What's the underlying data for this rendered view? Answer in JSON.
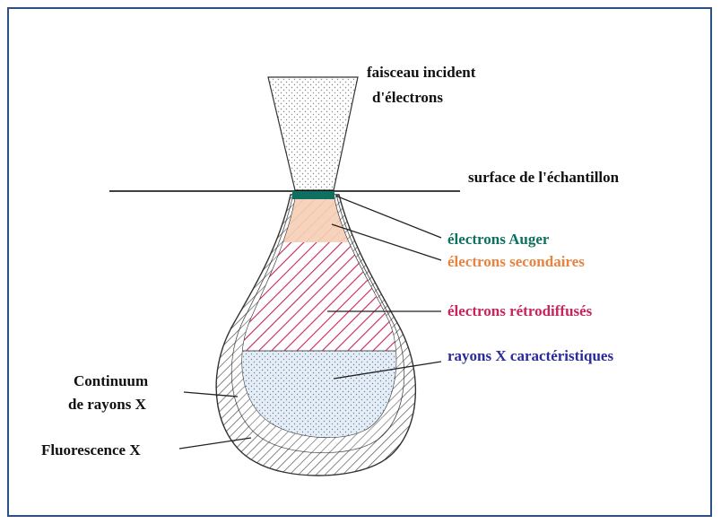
{
  "diagram": {
    "beam_label_line1": "faisceau incident",
    "beam_label_line2": "d'électrons",
    "surface_label": "surface de l'échantillon",
    "auger_label": "électrons Auger",
    "secondary_label": "électrons secondaires",
    "backscattered_label": "électrons rétrodiffusés",
    "characteristic_label": "rayons X caractéristiques",
    "continuum_label_line1": "Continuum",
    "continuum_label_line2": "de rayons X",
    "fluorescence_label": "Fluorescence X",
    "colors": {
      "frame": "#2d4f86",
      "auger": "#0e7060",
      "secondary": "#e9823e",
      "secondary_fill": "#f6d3bd",
      "backscattered": "#c8245e",
      "characteristic": "#2a2a9a",
      "characteristic_fill": "#e6eef5",
      "text": "#111111"
    }
  }
}
